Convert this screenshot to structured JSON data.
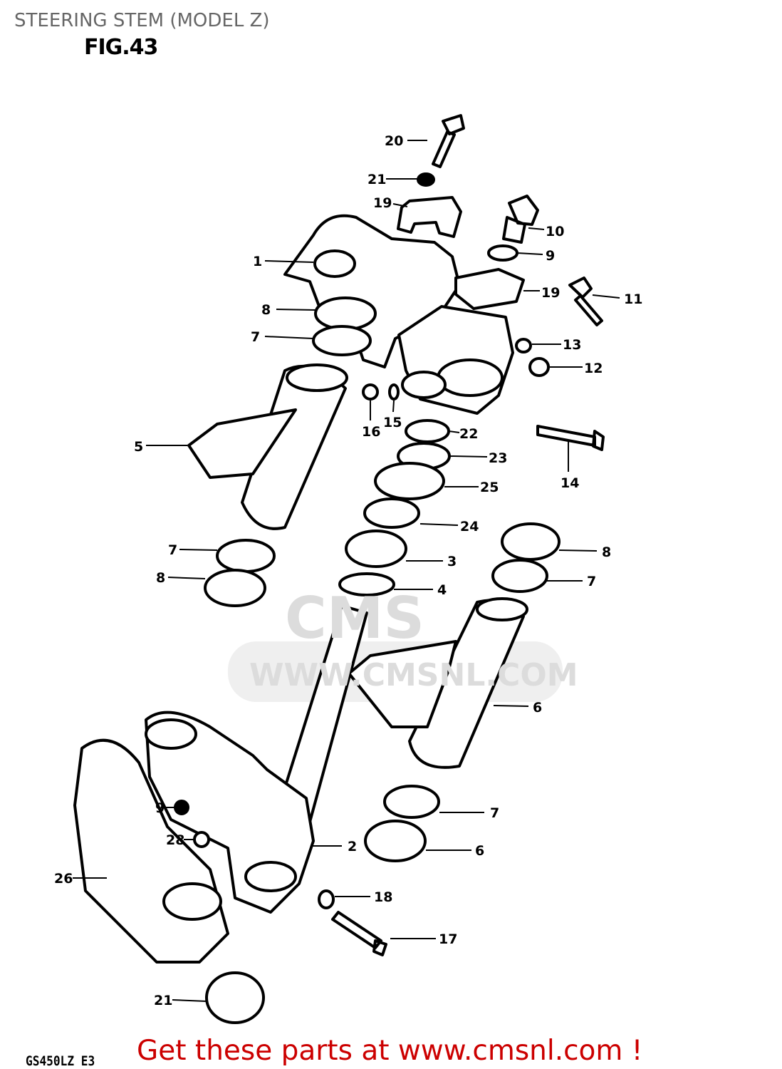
{
  "title": "STEERING STEM (MODEL Z)",
  "figure_label": "FIG.43",
  "model_code": "GS450LZ E3",
  "promo_link": "Get these parts at www.cmsnl.com !",
  "watermark": "WWW.CMSNL.COM",
  "watermark_logo": "CMS",
  "callouts": [
    "20",
    "21",
    "19",
    "10",
    "9",
    "1",
    "19",
    "11",
    "8",
    "7",
    "13",
    "12",
    "16",
    "15",
    "5",
    "22",
    "23",
    "14",
    "25",
    "24",
    "7",
    "8",
    "3",
    "8",
    "7",
    "4",
    "6",
    "7",
    "9",
    "28",
    "2",
    "6",
    "26",
    "18",
    "17",
    "21"
  ]
}
